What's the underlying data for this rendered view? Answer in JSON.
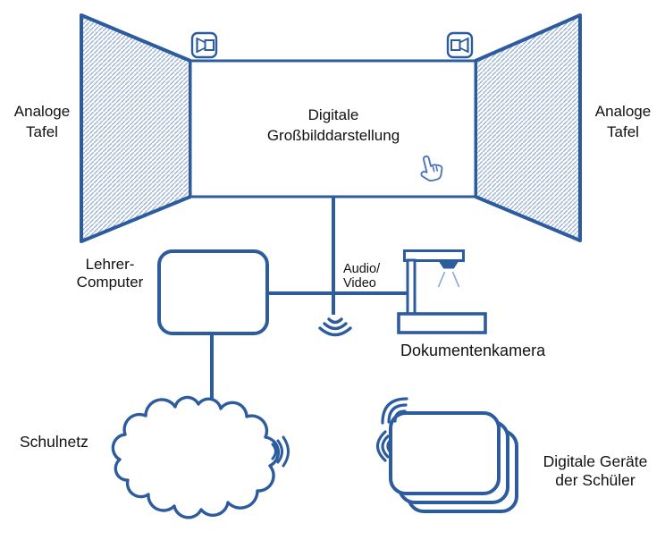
{
  "colors": {
    "primary_blue": "#2d5c9e",
    "cursor_blue": "#4a74bd",
    "hatch_blue": "#9db4d6",
    "ray_blue": "#8aa6d4",
    "text": "#111111",
    "background": "#ffffff"
  },
  "nodes": {
    "analog_board_left": {
      "lines": [
        "Analoge",
        "Tafel"
      ]
    },
    "analog_board_right": {
      "lines": [
        "Analoge",
        "Tafel"
      ]
    },
    "display": {
      "lines": [
        "Digitale",
        "Großbilddarstellung"
      ]
    },
    "teacher_computer": {
      "lines": [
        "Lehrer-",
        "Computer"
      ]
    },
    "av_link": {
      "lines": [
        "Audio/",
        "Video"
      ]
    },
    "document_camera": {
      "label": "Dokumentenkamera"
    },
    "school_network": {
      "label": "Schulnetz"
    },
    "student_devices": {
      "lines": [
        "Digitale Geräte",
        "der Schüler"
      ]
    }
  },
  "icons": {
    "speaker_left": "speaker-icon",
    "speaker_right": "speaker-icon",
    "hand_cursor": "hand-pointer-icon",
    "wifi_av": "wifi-waves-icon",
    "wifi_network": "wifi-waves-icon",
    "wifi_devices_top": "wifi-waves-icon",
    "wifi_devices_side": "wifi-waves-icon"
  }
}
